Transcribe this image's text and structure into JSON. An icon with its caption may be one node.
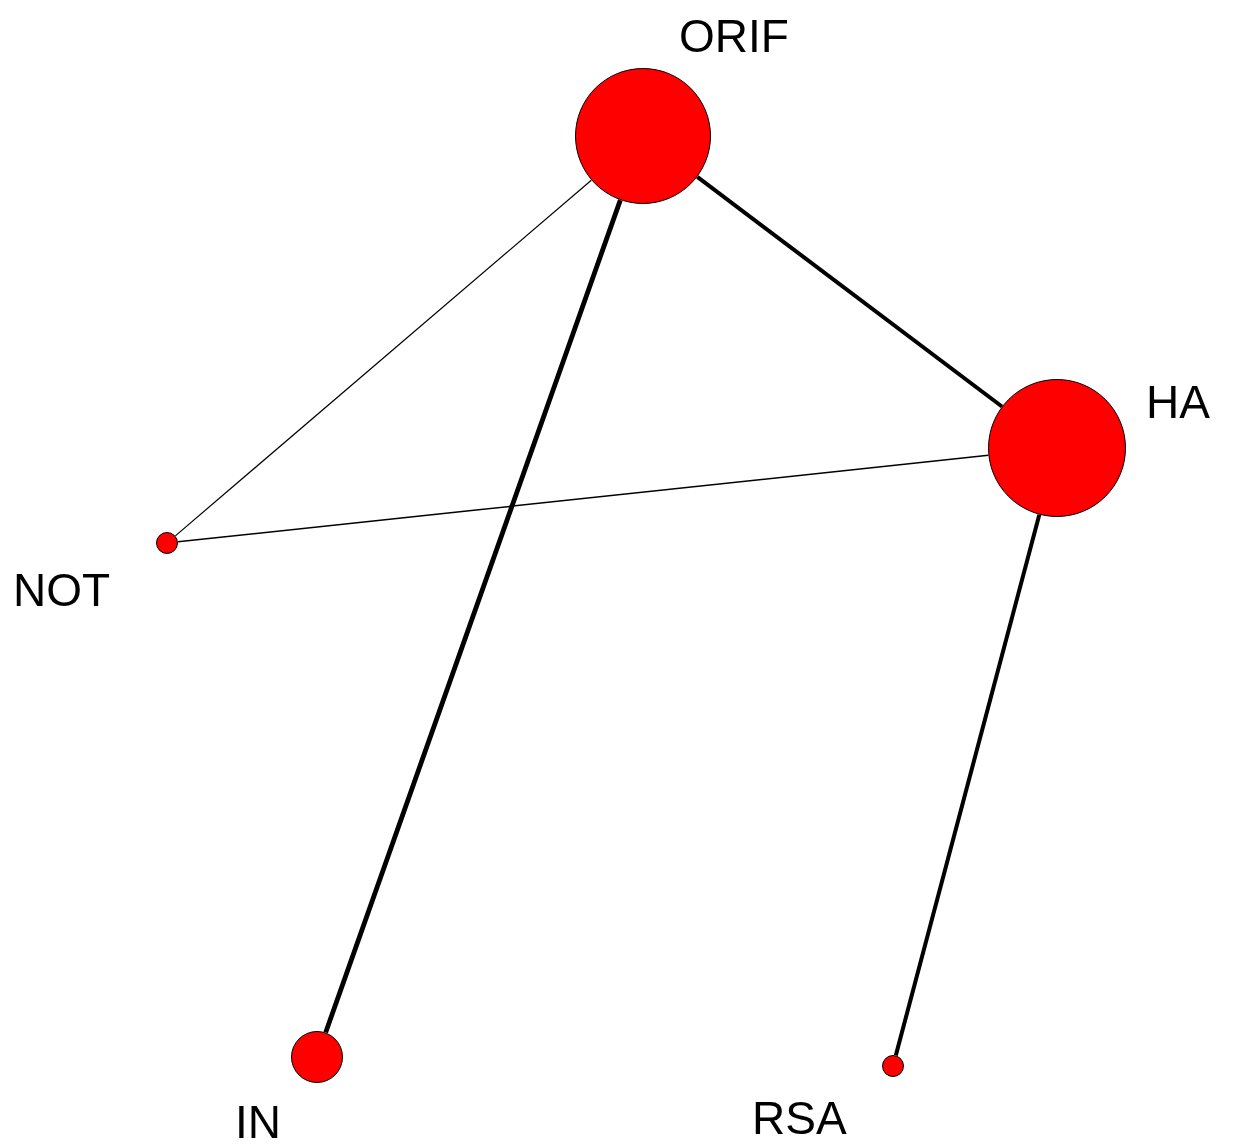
{
  "diagram": {
    "nodes": [
      {
        "text": [
          "ORIF"
        ]
      },
      {
        "text": [
          "HA"
        ]
      },
      {
        "text": [
          "NOT"
        ]
      },
      {
        "text": [
          "IN"
        ]
      },
      {
        "text": [
          "RSA"
        ]
      }
    ],
    "edges": [
      {
        "from": 0,
        "to": 2,
        "arrow": "none"
      },
      {
        "from": 0,
        "to": 3,
        "arrow": "none"
      },
      {
        "from": 0,
        "to": 1,
        "arrow": "none"
      },
      {
        "from": 1,
        "to": 2,
        "arrow": "none"
      },
      {
        "from": 1,
        "to": 4,
        "arrow": "none"
      }
    ]
  }
}
